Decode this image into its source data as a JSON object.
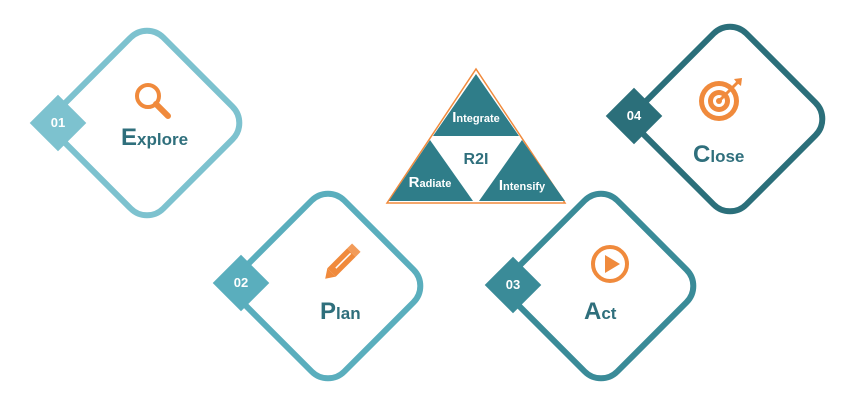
{
  "center": {
    "title": "R2I",
    "top": {
      "initial": "I",
      "rest": "ntegrate"
    },
    "left": {
      "initial": "R",
      "rest": "adiate"
    },
    "right": {
      "initial": "I",
      "rest": "ntensify"
    }
  },
  "steps": [
    {
      "number": "01",
      "initial": "E",
      "rest": "xplore",
      "icon": "magnifier-icon",
      "color": "#7dc2cf"
    },
    {
      "number": "02",
      "initial": "P",
      "rest": "lan",
      "icon": "pencil-icon",
      "color": "#5aaebd"
    },
    {
      "number": "03",
      "initial": "A",
      "rest": "ct",
      "icon": "play-icon",
      "color": "#3a8b98"
    },
    {
      "number": "04",
      "initial": "C",
      "rest": "lose",
      "icon": "target-icon",
      "color": "#2b6f7a"
    }
  ],
  "colors": {
    "accent": "#f08a3c",
    "teal_dark": "#2f7d89",
    "text": "#2f6f7c"
  }
}
